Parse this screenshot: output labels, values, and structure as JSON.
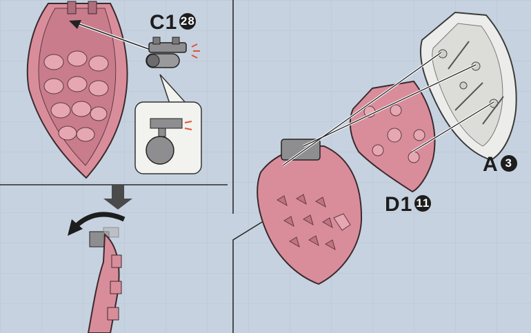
{
  "labels": {
    "c1": {
      "code": "C1",
      "number": "28"
    },
    "a": {
      "code": "A",
      "number": "3"
    },
    "d1": {
      "code": "D1",
      "number": "11"
    }
  },
  "colors": {
    "background": "#c9d5e2",
    "pink_part": "#d98d9b",
    "white_part": "#ececea",
    "gray_part": "#8e8e90",
    "outline": "#3a2a2e"
  },
  "icons": {
    "step_arrow": "down-arrow-icon",
    "rotate_arrow": "curved-rotate-arrow-icon",
    "click_mark": "attention-mark-icon"
  }
}
